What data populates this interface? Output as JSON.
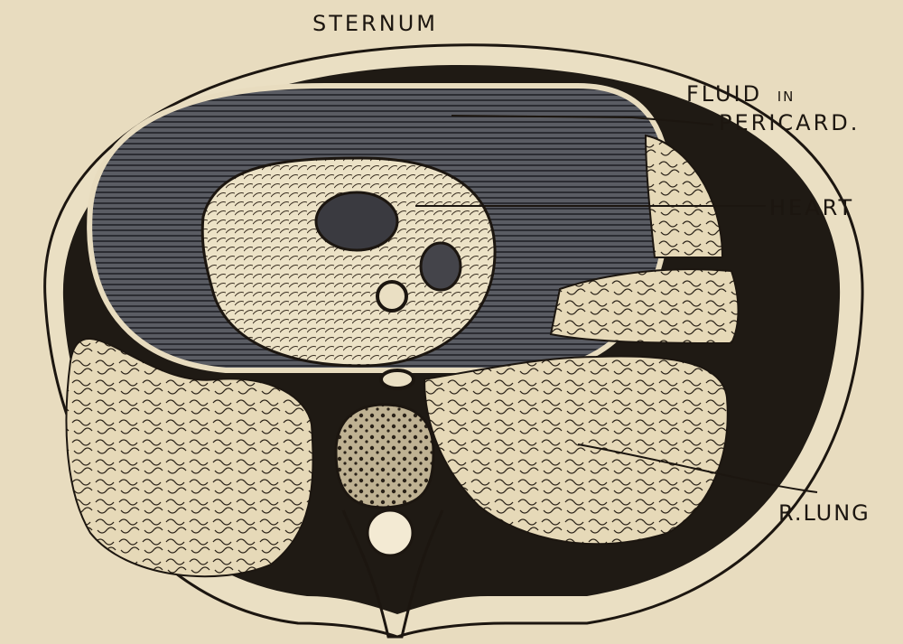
{
  "labels": {
    "sternum": "STERNUM",
    "fluid_line1": "FLUID",
    "fluid_in": "IN",
    "fluid_line2": "PERICARD.",
    "heart": "HEART",
    "r_lung": "R.LUNG"
  },
  "colors": {
    "paper": "#e8dcbf",
    "ink": "#1c1610",
    "fluid": "#4f5158",
    "tissue": "#e6d9b8"
  }
}
